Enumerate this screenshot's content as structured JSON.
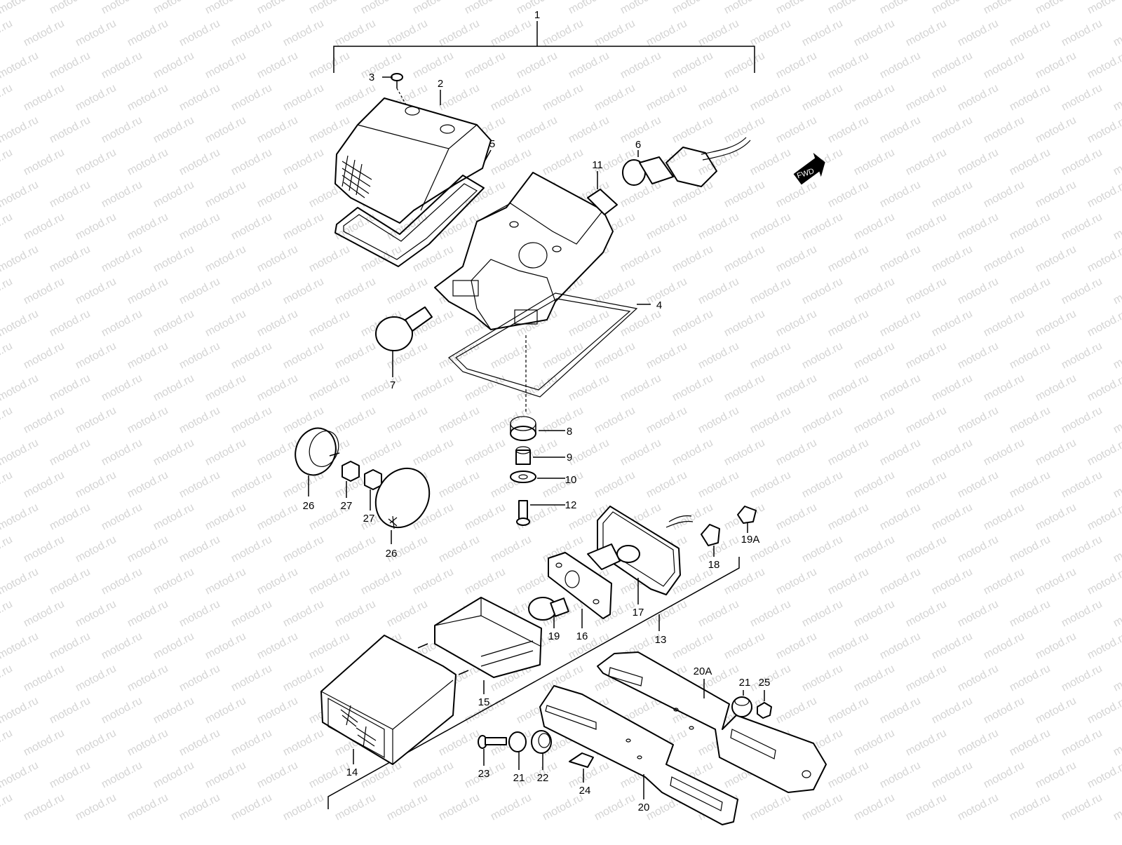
{
  "watermark": "motod.ru",
  "fwd_badge": "FWD",
  "callouts": {
    "c1": "1",
    "c2": "2",
    "c3": "3",
    "c4": "4",
    "c5": "5",
    "c6": "6",
    "c7": "7",
    "c8": "8",
    "c9": "9",
    "c10": "10",
    "c11": "11",
    "c12": "12",
    "c13": "13",
    "c14": "14",
    "c15": "15",
    "c16": "16",
    "c17": "17",
    "c18": "18",
    "c19": "19",
    "c19a": "19A",
    "c20": "20",
    "c20a": "20A",
    "c21a": "21",
    "c21b": "21",
    "c22": "22",
    "c23": "23",
    "c24": "24",
    "c25": "25",
    "c26a": "26",
    "c26b": "26",
    "c27a": "27",
    "c27b": "27"
  }
}
